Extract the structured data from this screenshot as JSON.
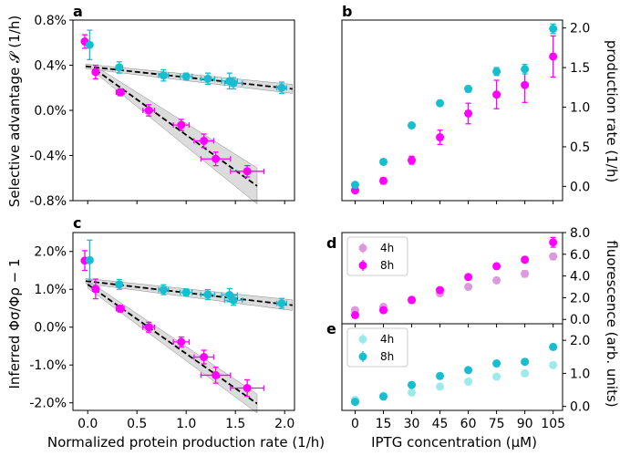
{
  "colors": {
    "magenta": "#ff00ff",
    "teal": "#17becf",
    "light_magenta": "#dd99dd",
    "light_teal": "#9eeaea",
    "fit_line": "#000000",
    "band": "#c0c0c0"
  },
  "chart_data": [
    {
      "panel": "a",
      "type": "scatter",
      "ylabel": "Selective advantage 𝓢 (1/h)",
      "xlim": [
        -0.15,
        2.1
      ],
      "ylim": [
        -0.008,
        0.008
      ],
      "xticks": [
        0.0,
        0.5,
        1.0,
        1.5,
        2.0
      ],
      "yticks": [
        -0.008,
        -0.004,
        0.0,
        0.004,
        0.008
      ],
      "ytick_labels": [
        "-0.8%",
        "-0.4%",
        "0.0%",
        "0.4%",
        "0.8%"
      ],
      "grid": false,
      "series": [
        {
          "color": "magenta",
          "x": [
            -0.03,
            0.08,
            0.33,
            0.62,
            0.95,
            1.18,
            1.3,
            1.62
          ],
          "y": [
            0.0061,
            0.0034,
            0.0016,
            0.0,
            -0.0013,
            -0.0027,
            -0.0043,
            -0.0054
          ],
          "xerr": [
            0.02,
            0.03,
            0.04,
            0.06,
            0.08,
            0.1,
            0.15,
            0.17
          ],
          "yerr": [
            0.0006,
            0.0006,
            0.0003,
            0.0005,
            0.0005,
            0.0006,
            0.0006,
            0.0005
          ]
        },
        {
          "color": "teal",
          "x": [
            0.02,
            0.32,
            0.77,
            1.0,
            1.22,
            1.44,
            1.48,
            1.97
          ],
          "y": [
            0.0058,
            0.0038,
            0.0031,
            0.003,
            0.0028,
            0.0026,
            0.0024,
            0.002
          ],
          "xerr": [
            0.02,
            0.03,
            0.05,
            0.06,
            0.07,
            0.08,
            0.09,
            0.05
          ],
          "yerr": [
            0.0013,
            0.0005,
            0.0005,
            0.0003,
            0.0005,
            0.0007,
            0.0005,
            0.0005
          ]
        }
      ],
      "fits": [
        {
          "x": [
            0.08,
            1.72
          ],
          "y": [
            0.0036,
            -0.0067
          ],
          "band": [
            0.0003,
            0.0016
          ]
        },
        {
          "x": [
            -0.02,
            2.08
          ],
          "y": [
            0.0039,
            0.0019
          ],
          "band": [
            0.0002,
            0.0004
          ]
        }
      ]
    },
    {
      "panel": "b",
      "type": "scatter",
      "ylabel": "production rate (1/h)",
      "xlim": [
        -7,
        110
      ],
      "ylim": [
        -0.18,
        2.1
      ],
      "yticks": [
        0.0,
        0.5,
        1.0,
        1.5,
        2.0
      ],
      "ytick_labels": [
        "0.0",
        "0.5",
        "1.0",
        "1.5",
        "2.0"
      ],
      "grid": false,
      "series": [
        {
          "color": "magenta",
          "x": [
            0,
            15,
            30,
            45,
            60,
            75,
            90,
            105
          ],
          "y": [
            -0.05,
            0.07,
            0.33,
            0.62,
            0.92,
            1.16,
            1.28,
            1.64
          ],
          "yerr": [
            0.03,
            0.04,
            0.05,
            0.09,
            0.13,
            0.18,
            0.22,
            0.26
          ]
        },
        {
          "color": "teal",
          "x": [
            0,
            15,
            30,
            45,
            60,
            75,
            90,
            105
          ],
          "y": [
            0.02,
            0.31,
            0.77,
            1.05,
            1.23,
            1.45,
            1.48,
            1.99
          ],
          "yerr": [
            0.02,
            0.02,
            0.03,
            0.03,
            0.04,
            0.05,
            0.06,
            0.06
          ]
        }
      ]
    },
    {
      "panel": "c",
      "type": "scatter",
      "ylabel": "Inferred Φσ/Φρ − 1",
      "xlabel": "Normalized protein production rate (1/h)",
      "xlim": [
        -0.15,
        2.1
      ],
      "ylim": [
        -0.022,
        0.025
      ],
      "xticks": [
        0.0,
        0.5,
        1.0,
        1.5,
        2.0
      ],
      "xtick_labels": [
        "0.0",
        "0.5",
        "1.0",
        "1.5",
        "2.0"
      ],
      "yticks": [
        -0.02,
        -0.01,
        0.0,
        0.01,
        0.02
      ],
      "ytick_labels": [
        "-2.0%",
        "-1.0%",
        "0.0%",
        "1.0%",
        "2.0%"
      ],
      "grid": false,
      "series": [
        {
          "color": "magenta",
          "x": [
            -0.03,
            0.08,
            0.33,
            0.62,
            0.95,
            1.18,
            1.3,
            1.62
          ],
          "y": [
            0.0176,
            0.0101,
            0.0049,
            0.0,
            -0.0039,
            -0.0079,
            -0.0127,
            -0.0161
          ],
          "xerr": [
            0.02,
            0.03,
            0.04,
            0.06,
            0.08,
            0.1,
            0.15,
            0.17
          ],
          "yerr": [
            0.0026,
            0.0026,
            0.0009,
            0.0013,
            0.0013,
            0.0018,
            0.0021,
            0.0022
          ]
        },
        {
          "color": "teal",
          "x": [
            0.02,
            0.32,
            0.77,
            1.0,
            1.22,
            1.44,
            1.48,
            1.97
          ],
          "y": [
            0.0177,
            0.0113,
            0.0099,
            0.0092,
            0.0086,
            0.0085,
            0.0071,
            0.0063
          ],
          "xerr": [
            0.02,
            0.03,
            0.05,
            0.06,
            0.07,
            0.08,
            0.09,
            0.05
          ],
          "yerr": [
            0.0053,
            0.0013,
            0.0013,
            0.0009,
            0.0013,
            0.0017,
            0.0013,
            0.0013
          ]
        }
      ],
      "fits": [
        {
          "x": [
            0.0,
            1.72
          ],
          "y": [
            0.0113,
            -0.0202
          ],
          "band": [
            0.001,
            0.0025
          ]
        },
        {
          "x": [
            -0.02,
            2.08
          ],
          "y": [
            0.0122,
            0.0058
          ],
          "band": [
            0.0007,
            0.0014
          ]
        }
      ]
    },
    {
      "panel": "d",
      "type": "scatter",
      "xlim": [
        -7,
        110
      ],
      "ylim": [
        -0.4,
        8.0
      ],
      "yticks": [
        0.0,
        2.0,
        4.0,
        6.0,
        8.0
      ],
      "ytick_labels": [
        "0.0",
        "2.0",
        "4.0",
        "6.0",
        "8.0"
      ],
      "legend": "top-left",
      "grid": false,
      "series": [
        {
          "name": "4h",
          "color": "light_magenta",
          "x": [
            0,
            15,
            30,
            45,
            60,
            75,
            90,
            105
          ],
          "y": [
            0.85,
            1.15,
            1.75,
            2.4,
            3.0,
            3.6,
            4.2,
            5.8
          ],
          "yerr": [
            0.1,
            0.1,
            0.12,
            0.15,
            0.15,
            0.2,
            0.3,
            0.3
          ]
        },
        {
          "name": "8h",
          "color": "magenta",
          "x": [
            0,
            15,
            30,
            45,
            60,
            75,
            90,
            105
          ],
          "y": [
            0.4,
            0.85,
            1.8,
            2.7,
            3.9,
            4.9,
            5.5,
            7.1
          ],
          "yerr": [
            0.1,
            0.1,
            0.12,
            0.15,
            0.2,
            0.2,
            0.2,
            0.45
          ]
        }
      ]
    },
    {
      "panel": "e",
      "type": "scatter",
      "xlabel": "IPTG concentration (μM)",
      "xlim": [
        -7,
        110
      ],
      "ylim": [
        -0.12,
        2.5
      ],
      "xticks": [
        0,
        15,
        30,
        45,
        60,
        75,
        90,
        105
      ],
      "xtick_labels": [
        "0",
        "15",
        "30",
        "45",
        "60",
        "75",
        "90",
        "105"
      ],
      "yticks": [
        0.0,
        1.0,
        2.0
      ],
      "ytick_labels": [
        "0.0",
        "1.0",
        "2.0"
      ],
      "legend": "top-left",
      "grid": false,
      "series": [
        {
          "name": "4h",
          "color": "light_teal",
          "x": [
            0,
            15,
            30,
            45,
            60,
            75,
            90,
            105
          ],
          "y": [
            0.2,
            0.32,
            0.42,
            0.6,
            0.75,
            0.9,
            1.0,
            1.25
          ],
          "yerr": [
            0.04,
            0.04,
            0.05,
            0.05,
            0.05,
            0.06,
            0.06,
            0.08
          ]
        },
        {
          "name": "8h",
          "color": "teal",
          "x": [
            0,
            15,
            30,
            45,
            60,
            75,
            90,
            105
          ],
          "y": [
            0.14,
            0.3,
            0.65,
            0.92,
            1.1,
            1.3,
            1.35,
            1.8
          ],
          "yerr": [
            0.05,
            0.05,
            0.05,
            0.06,
            0.06,
            0.06,
            0.07,
            0.08
          ]
        }
      ]
    }
  ],
  "shared": {
    "fluorescence_label": "fluorescence (arb. units)"
  }
}
